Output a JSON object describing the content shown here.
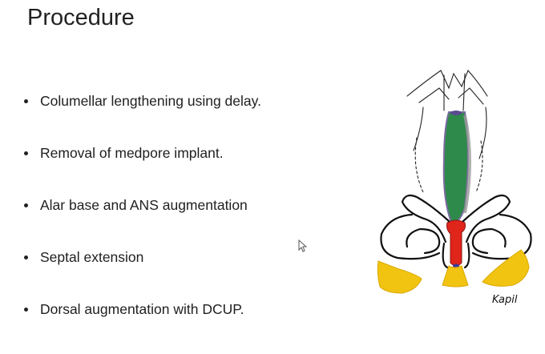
{
  "slide": {
    "title": "Procedure",
    "bullets": [
      "Columellar lengthening using delay.",
      "Removal of medpore implant.",
      "Alar base and ANS augmentation",
      "Septal extension",
      "Dorsal augmentation with DCUP."
    ],
    "illustration": {
      "signature": "Kapil",
      "colors": {
        "dorsal_graft": "#2e8a4a",
        "septal_extension": "#e0251b",
        "augmentation": "#f2c412",
        "outline": "#111111"
      }
    }
  }
}
